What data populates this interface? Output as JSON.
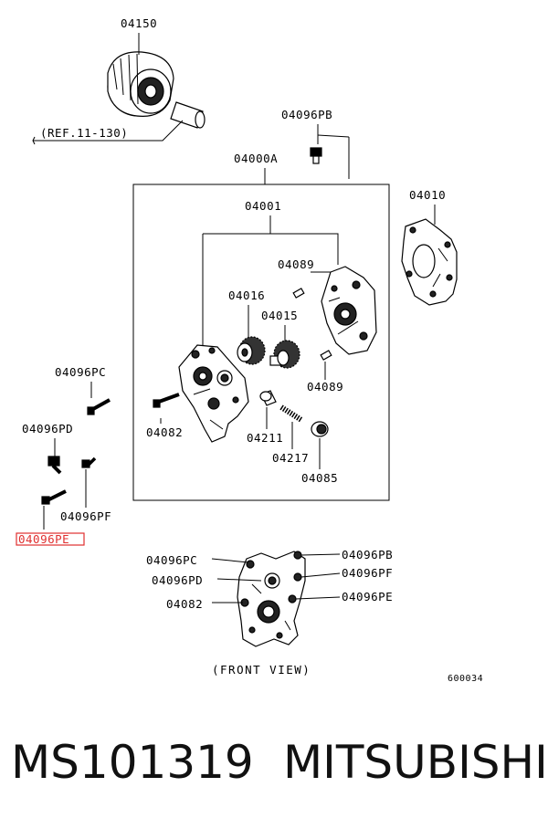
{
  "labels": {
    "p04150": "04150",
    "ref": "(REF.11-130)",
    "p04096PB_top": "04096PB",
    "p04000A": "04000A",
    "p04010": "04010",
    "p04001": "04001",
    "p04089_top": "04089",
    "p04016": "04016",
    "p04015": "04015",
    "p04089_bot": "04089",
    "p04096PC_left": "04096PC",
    "p04082_mid": "04082",
    "p04211": "04211",
    "p04217": "04217",
    "p04085": "04085",
    "p04096PD_left": "04096PD",
    "p04096PF_left": "04096PF",
    "p04096PE_left": "04096PE",
    "p04096PC_front": "04096PC",
    "p04096PD_front": "04096PD",
    "p04082_front": "04082",
    "p04096PB_front": "04096PB",
    "p04096PF_front": "04096PF",
    "p04096PE_front": "04096PE",
    "front_view": "(FRONT VIEW)",
    "diagram_id": "600034"
  },
  "caption": {
    "part_number": "MS101319",
    "brand": "MITSUBISHI"
  },
  "colors": {
    "highlight": "#e03030",
    "ink": "#000000"
  }
}
